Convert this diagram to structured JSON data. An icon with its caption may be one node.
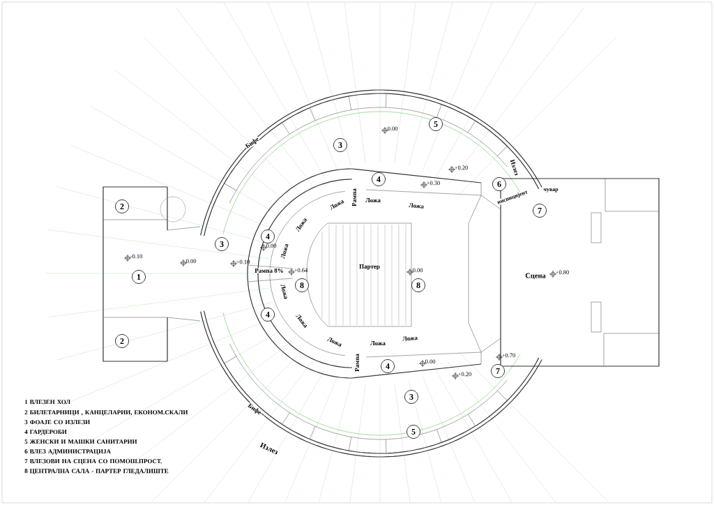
{
  "diagram": {
    "nodes": [
      {
        "text": [
          "5"
        ]
      },
      {
        "text": [
          "3"
        ]
      },
      {
        "text": [
          "4"
        ]
      },
      {
        "text": [
          "6"
        ]
      },
      {
        "text": [
          "2"
        ]
      },
      {
        "text": [
          "7"
        ]
      },
      {
        "text": [
          "4"
        ]
      },
      {
        "text": [
          "3"
        ]
      },
      {
        "text": [
          "1"
        ]
      },
      {
        "text": [
          "8"
        ]
      },
      {
        "text": [
          "8"
        ]
      },
      {
        "text": [
          "4"
        ]
      },
      {
        "text": [
          "2"
        ]
      },
      {
        "text": [
          "4"
        ]
      },
      {
        "text": [
          "7"
        ]
      },
      {
        "text": [
          "3"
        ]
      },
      {
        "text": [
          "5"
        ]
      }
    ],
    "labels": [
      "0.00",
      "Бифе",
      "Излез",
      "+0.20",
      "+0.30",
      "Рампа",
      "Ложа",
      "Ложа",
      "Ложа",
      "инспицијент",
      "чувар",
      "Ложа",
      "0.00",
      "Ложа",
      "-0.10",
      "0.00",
      "+0.10",
      "Рампа 8%",
      "+0.64",
      "Партер",
      "0.00",
      "Сцена",
      "+0.80",
      "Ложа",
      "Ложа",
      "Ложа",
      "Ложа",
      "Ложа",
      "+0.70",
      "Рампа",
      "0.00",
      "+0.20",
      "Бифе",
      "Излез",
      "1 ВЛЕЗЕН ХОЛ",
      "2 БИЛЕТАРНИЦИ , КАНЦЕЛАРИИ, ЕКОНОМ.СКАЛИ",
      "3 ФОАЈЕ СО ИЗЛЕЗИ",
      "4 ГАРДЕРОБИ",
      "5 ЖЕНСКИ И МАШКИ САНИТАРИИ",
      "6 ВЛЕЗ АДМИНИСТРАЦИЈА",
      "7 ВЛЕЗОВИ НА СЦЕНА СО ПОМОШ.ПРОСТ.",
      "8 ЦЕНТРАЛНА САЛА - ПАРТЕР ГЛЕДАЛИШТЕ"
    ]
  }
}
